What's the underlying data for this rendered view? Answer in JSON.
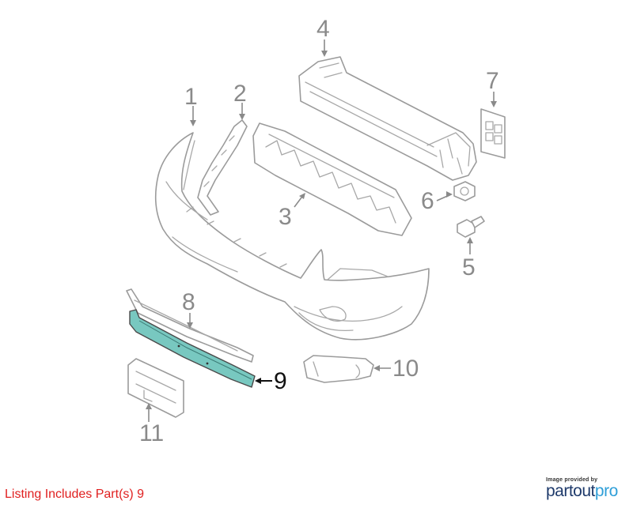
{
  "callouts": {
    "c1": "1",
    "c2": "2",
    "c3": "3",
    "c4": "4",
    "c5": "5",
    "c6": "6",
    "c7": "7",
    "c8": "8",
    "c9": "9",
    "c10": "10",
    "c11": "11"
  },
  "listing_text": "Listing Includes Part(s) 9",
  "branding": {
    "provided_by": "Image provided by",
    "logo_part1": "partout",
    "logo_part2": "pro"
  },
  "colors": {
    "highlight_part": "#78c8c0",
    "listing_text": "#e02020",
    "callout_gray": "#8a8a8a",
    "callout_highlight": "#111111",
    "logo_dark": "#1e3a6b",
    "logo_light": "#2f9fd8"
  }
}
